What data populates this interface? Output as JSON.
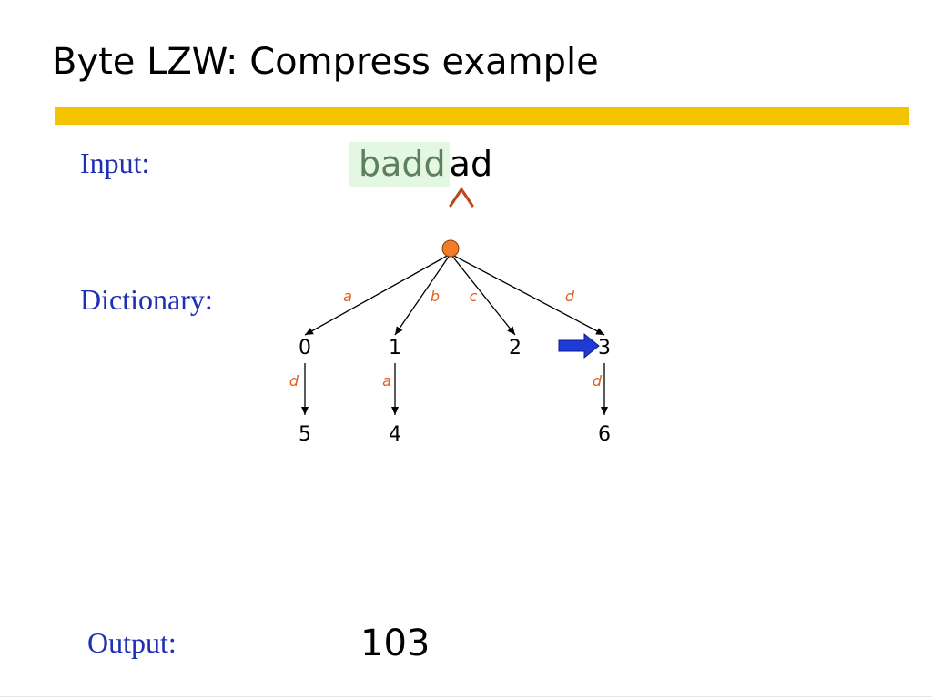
{
  "slide": {
    "title": "Byte LZW: Compress example"
  },
  "input": {
    "label": "Input:",
    "processed": "badd",
    "remaining": "ad",
    "caret": "^"
  },
  "dictionary": {
    "label": "Dictionary:",
    "root": {},
    "nodes": [
      {
        "id": "0",
        "label": "0"
      },
      {
        "id": "1",
        "label": "1"
      },
      {
        "id": "2",
        "label": "2"
      },
      {
        "id": "3",
        "label": "3"
      },
      {
        "id": "4",
        "label": "4"
      },
      {
        "id": "5",
        "label": "5"
      },
      {
        "id": "6",
        "label": "6"
      }
    ],
    "edges": [
      {
        "from": "root",
        "to": "0",
        "symbol": "a"
      },
      {
        "from": "root",
        "to": "1",
        "symbol": "b"
      },
      {
        "from": "root",
        "to": "2",
        "symbol": "c"
      },
      {
        "from": "root",
        "to": "3",
        "symbol": "d"
      },
      {
        "from": "0",
        "to": "5",
        "symbol": "d"
      },
      {
        "from": "1",
        "to": "4",
        "symbol": "a"
      },
      {
        "from": "3",
        "to": "6",
        "symbol": "d"
      }
    ],
    "current_node": "3"
  },
  "output": {
    "label": "Output:",
    "value": "103"
  },
  "colors": {
    "title_bar": "#f5c400",
    "label_text": "#1f2fb5",
    "processed_highlight_bg": "#e3f7e3",
    "processed_text": "#5e7f5e",
    "caret": "#c0441a",
    "root_fill": "#f07d2a",
    "edge_label": "#e0601a",
    "pointer_fill": "#1f3bd6",
    "pointer_stroke": "#0a1a8a"
  }
}
